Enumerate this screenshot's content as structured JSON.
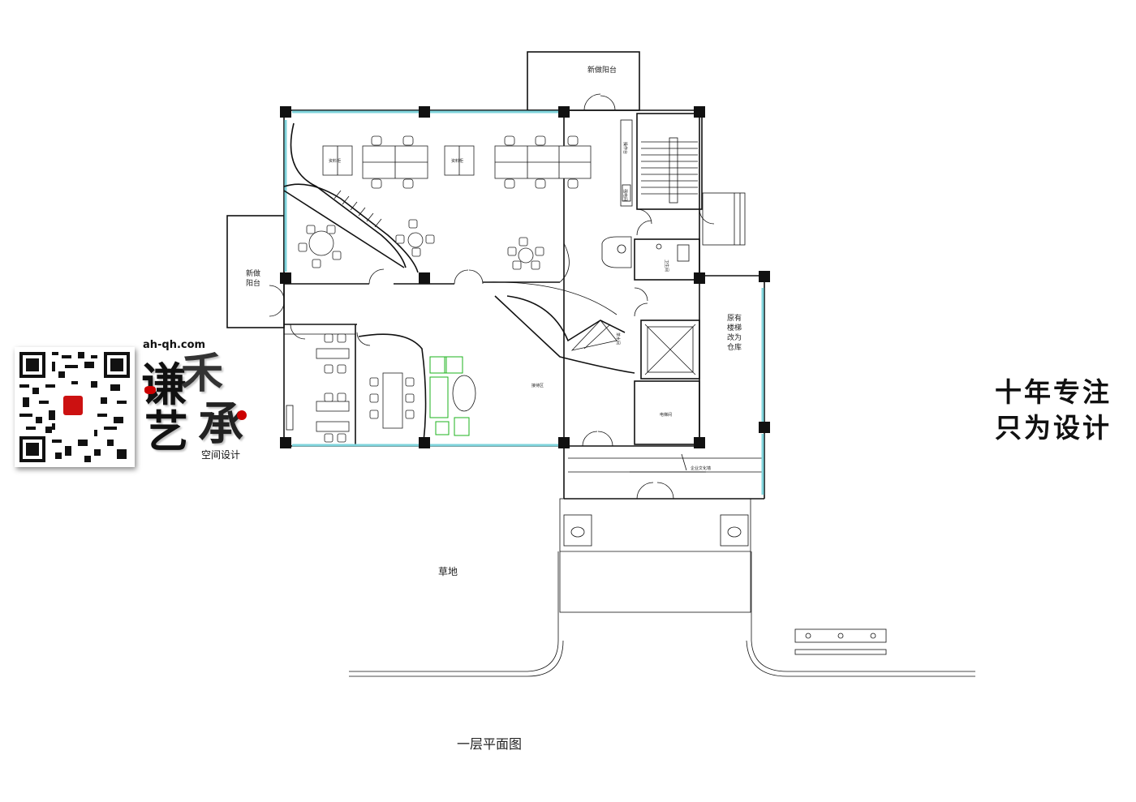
{
  "rooms": {
    "north_balcony": "新做阳台",
    "west_balcony_line1": "新做",
    "west_balcony_line2": "阳台",
    "file_cabinet_a": "资料柜",
    "file_cabinet_b": "资料柜",
    "operation_desk": "操作台",
    "power_room": "强电间",
    "restroom": "卫生间",
    "storage_line1": "原有",
    "storage_line2": "楼梯",
    "storage_line3": "改为",
    "storage_line4": "仓库",
    "reception": "接待区",
    "tea_room": "茶水间",
    "elevator_room": "电梯间",
    "culture_wall": "企业文化墙",
    "lawn": "草地"
  },
  "caption": "一层平面图",
  "brand": {
    "url": "ah-qh.com",
    "char1": "谦",
    "char2": "禾",
    "char3": "艺",
    "char4": "承",
    "subtitle": "空间设计"
  },
  "slogan": {
    "line1": "十年专注",
    "line2": "只为设计"
  },
  "colors": {
    "wall": "#111111",
    "window": "#7fd4dc",
    "lounge_furniture": "#1db31d",
    "accent_red": "#c00000"
  }
}
